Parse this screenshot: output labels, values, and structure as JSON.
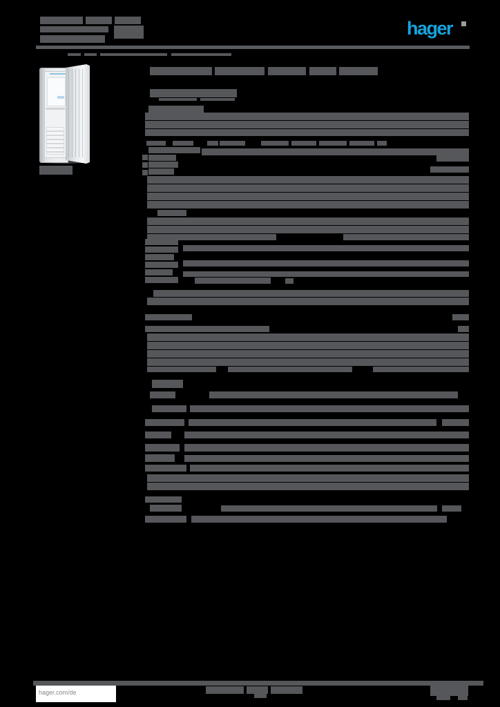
{
  "meta": {
    "description": "Scanned/rendered product datasheet page; body text unreadable at this resolution (shown as redaction bars)",
    "page_background": "#000000"
  },
  "header": {
    "logo_text": "hager",
    "logo_color": "#17A2DC"
  },
  "footer": {
    "link_text": "hager.com/de"
  },
  "colors": {
    "redacted_text": "#55575A",
    "rule": "#595B5E",
    "logo_blue": "#17A2DC",
    "footer_box": "#FFFFFF",
    "footer_link_text": "#85878A"
  },
  "product_image": {
    "semantic": "electrical-distribution-cabinet-with-open-door"
  },
  "redacted_regions": [
    [
      58,
      24,
      62,
      11
    ],
    [
      124,
      24,
      38,
      11
    ],
    [
      166,
      24,
      38,
      11
    ],
    [
      58,
      38,
      99,
      9
    ],
    [
      165,
      37,
      43,
      19
    ],
    [
      58,
      51,
      94,
      11
    ],
    [
      98,
      77,
      19,
      4
    ],
    [
      122,
      77,
      18,
      4
    ],
    [
      145,
      77,
      97,
      4
    ],
    [
      248,
      77,
      87,
      4
    ],
    [
      57,
      240,
      48,
      13
    ],
    [
      217,
      97,
      90,
      12
    ],
    [
      311,
      97,
      72,
      12
    ],
    [
      388,
      97,
      55,
      12
    ],
    [
      448,
      97,
      39,
      12
    ],
    [
      491,
      97,
      56,
      12
    ],
    [
      217,
      129,
      126,
      12
    ],
    [
      230,
      142,
      55,
      4
    ],
    [
      290,
      142,
      50,
      4
    ],
    [
      215,
      153,
      80,
      10
    ],
    [
      210,
      163,
      469,
      11
    ],
    [
      210,
      175,
      469,
      11
    ],
    [
      210,
      187,
      469,
      10
    ],
    [
      212,
      204,
      28,
      7
    ],
    [
      250,
      204,
      30,
      7
    ],
    [
      300,
      204,
      16,
      7
    ],
    [
      318,
      204,
      37,
      7
    ],
    [
      378,
      204,
      40,
      7
    ],
    [
      422,
      204,
      36,
      7
    ],
    [
      462,
      204,
      40,
      7
    ],
    [
      506,
      204,
      36,
      7
    ],
    [
      546,
      204,
      14,
      7
    ],
    [
      215,
      213,
      75,
      9
    ],
    [
      292,
      215,
      387,
      10
    ],
    [
      206,
      224,
      8,
      8
    ],
    [
      215,
      224,
      40,
      9
    ],
    [
      632,
      225,
      47,
      9
    ],
    [
      206,
      235,
      8,
      8
    ],
    [
      215,
      234,
      43,
      9
    ],
    [
      623,
      241,
      56,
      9
    ],
    [
      206,
      246,
      8,
      8
    ],
    [
      215,
      244,
      37,
      9
    ],
    [
      213,
      255,
      466,
      11
    ],
    [
      213,
      267,
      466,
      11
    ],
    [
      213,
      279,
      466,
      11
    ],
    [
      213,
      291,
      466,
      11
    ],
    [
      228,
      304,
      42,
      9
    ],
    [
      213,
      315,
      466,
      11
    ],
    [
      213,
      327,
      466,
      11
    ],
    [
      213,
      339,
      187,
      9
    ],
    [
      497,
      339,
      182,
      9
    ],
    [
      210,
      346,
      48,
      9
    ],
    [
      210,
      357,
      48,
      9
    ],
    [
      210,
      368,
      42,
      9
    ],
    [
      210,
      379,
      48,
      9
    ],
    [
      210,
      390,
      40,
      9
    ],
    [
      210,
      401,
      48,
      9
    ],
    [
      265,
      355,
      414,
      9
    ],
    [
      265,
      377,
      414,
      9
    ],
    [
      265,
      393,
      414,
      8
    ],
    [
      282,
      402,
      110,
      9
    ],
    [
      413,
      403,
      12,
      8
    ],
    [
      222,
      420,
      457,
      10
    ],
    [
      213,
      431,
      466,
      11
    ],
    [
      210,
      455,
      68,
      9
    ],
    [
      655,
      455,
      24,
      9
    ],
    [
      210,
      472,
      180,
      9
    ],
    [
      663,
      472,
      16,
      9
    ],
    [
      213,
      483,
      466,
      11
    ],
    [
      213,
      495,
      466,
      11
    ],
    [
      213,
      507,
      466,
      11
    ],
    [
      213,
      519,
      466,
      11
    ],
    [
      213,
      531,
      100,
      8
    ],
    [
      330,
      531,
      180,
      8
    ],
    [
      540,
      531,
      139,
      8
    ],
    [
      220,
      550,
      45,
      12
    ],
    [
      217,
      567,
      37,
      10
    ],
    [
      303,
      567,
      360,
      10
    ],
    [
      220,
      587,
      50,
      10
    ],
    [
      275,
      587,
      404,
      10
    ],
    [
      210,
      607,
      57,
      10
    ],
    [
      273,
      607,
      359,
      10
    ],
    [
      640,
      607,
      39,
      10
    ],
    [
      210,
      625,
      38,
      10
    ],
    [
      267,
      625,
      412,
      10
    ],
    [
      210,
      643,
      50,
      11
    ],
    [
      267,
      643,
      412,
      11
    ],
    [
      210,
      658,
      43,
      11
    ],
    [
      267,
      659,
      412,
      10
    ],
    [
      210,
      673,
      60,
      10
    ],
    [
      275,
      673,
      404,
      10
    ],
    [
      213,
      687,
      466,
      11
    ],
    [
      213,
      699,
      466,
      11
    ],
    [
      210,
      719,
      53,
      9
    ],
    [
      217,
      731,
      46,
      10
    ],
    [
      320,
      732,
      313,
      9
    ],
    [
      640,
      732,
      28,
      9
    ],
    [
      210,
      747,
      60,
      10
    ],
    [
      277,
      747,
      370,
      10
    ],
    [
      298,
      994,
      55,
      11
    ],
    [
      357,
      994,
      31,
      11
    ],
    [
      392,
      994,
      46,
      11
    ],
    [
      368,
      1005,
      18,
      6
    ],
    [
      623,
      993,
      55,
      15
    ],
    [
      632,
      1008,
      20,
      6
    ],
    [
      663,
      1008,
      14,
      6
    ]
  ]
}
